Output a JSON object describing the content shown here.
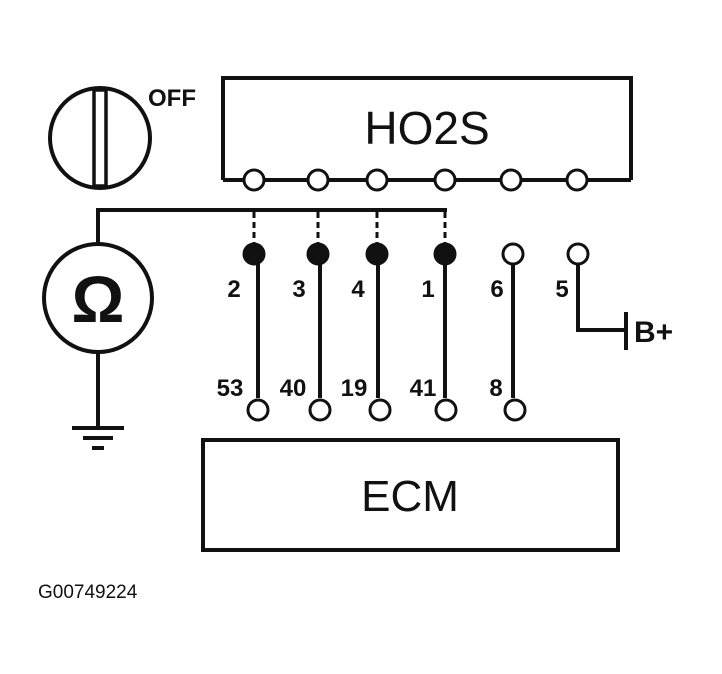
{
  "switch_label": "OFF",
  "ohmmeter_symbol": "Ω",
  "sensor_label": "HO2S",
  "ecm_label": "ECM",
  "battery_label": "B+",
  "figure_id": "G00749224",
  "sensor_pins": [
    {
      "label": "2",
      "probed": true
    },
    {
      "label": "3",
      "probed": true
    },
    {
      "label": "4",
      "probed": true
    },
    {
      "label": "1",
      "probed": true
    },
    {
      "label": "6",
      "probed": false
    },
    {
      "label": "5",
      "probed": false
    }
  ],
  "ecm_pins": [
    "53",
    "40",
    "19",
    "41",
    "8"
  ],
  "colors": {
    "line": "#111111",
    "background": "#ffffff"
  }
}
